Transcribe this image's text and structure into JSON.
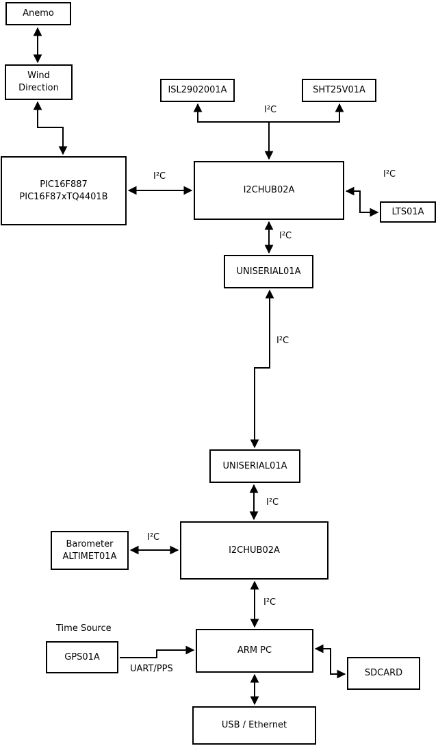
{
  "colors": {
    "background": "#ffffff",
    "stroke": "#000000",
    "box_fill": "#ffffff"
  },
  "nodes": {
    "anemo": {
      "label": "Anemo"
    },
    "wind_direction": {
      "label": "Wind\nDirection"
    },
    "pic": {
      "label": "PIC16F887\nPIC16F87xTQ4401B"
    },
    "isl": {
      "label": "ISL2902001A"
    },
    "sht": {
      "label": "SHT25V01A"
    },
    "hub1": {
      "label": "I2CHUB02A"
    },
    "lts": {
      "label": "LTS01A"
    },
    "uniserial1": {
      "label": "UNISERIAL01A"
    },
    "uniserial2": {
      "label": "UNISERIAL01A"
    },
    "hub2": {
      "label": "I2CHUB02A"
    },
    "barometer": {
      "label": "Barometer\nALTIMET01A"
    },
    "gps": {
      "label": "GPS01A"
    },
    "arm_pc": {
      "label": "ARM PC"
    },
    "sdcard": {
      "label": "SDCARD"
    },
    "usb": {
      "label": "USB / Ethernet"
    }
  },
  "edge_labels": {
    "sensors_bus": "I²C",
    "pic_hub1": "I²C",
    "hub1_lts": "I²C",
    "hub1_uniserial1": "I²C",
    "uniserial_link": "I²C",
    "uniserial2_hub2": "I²C",
    "barometer_hub2": "I²C",
    "hub2_armpc": "I²C",
    "gps_armpc": "UART/PPS",
    "time_source": "Time Source"
  }
}
